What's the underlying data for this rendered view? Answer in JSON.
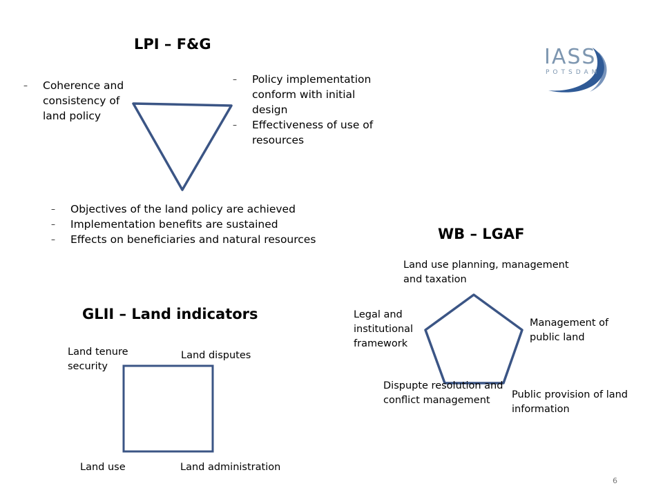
{
  "logo": {
    "name": "IASS",
    "sub": "POTSDAM",
    "color": "#7d96b0",
    "swoosh_color": "#2f5a96"
  },
  "shape_color": "#3b5585",
  "lpi": {
    "title": "LPI – F&G",
    "left": [
      "Coherence and consistency of land policy"
    ],
    "right": [
      "Policy implementation conform with initial design",
      "Effectiveness of use of resources"
    ],
    "bottom": [
      "Objectives of the land policy are achieved",
      "Implementation benefits are sustained",
      "Effects on beneficiaries and natural resources"
    ]
  },
  "glii": {
    "title": "GLII – Land indicators",
    "top_left": "Land tenure security",
    "top_right": "Land disputes",
    "bottom_left": "Land use",
    "bottom_right": "Land administration"
  },
  "wb": {
    "title": "WB – LGAF",
    "top": "Land use planning, management and taxation",
    "right": "Management of public land",
    "bottom_right": "Public provision of land information",
    "bottom_left": "Dispupte resolution and conflict management",
    "left": "Legal and institutional framework"
  },
  "page_number": "6"
}
